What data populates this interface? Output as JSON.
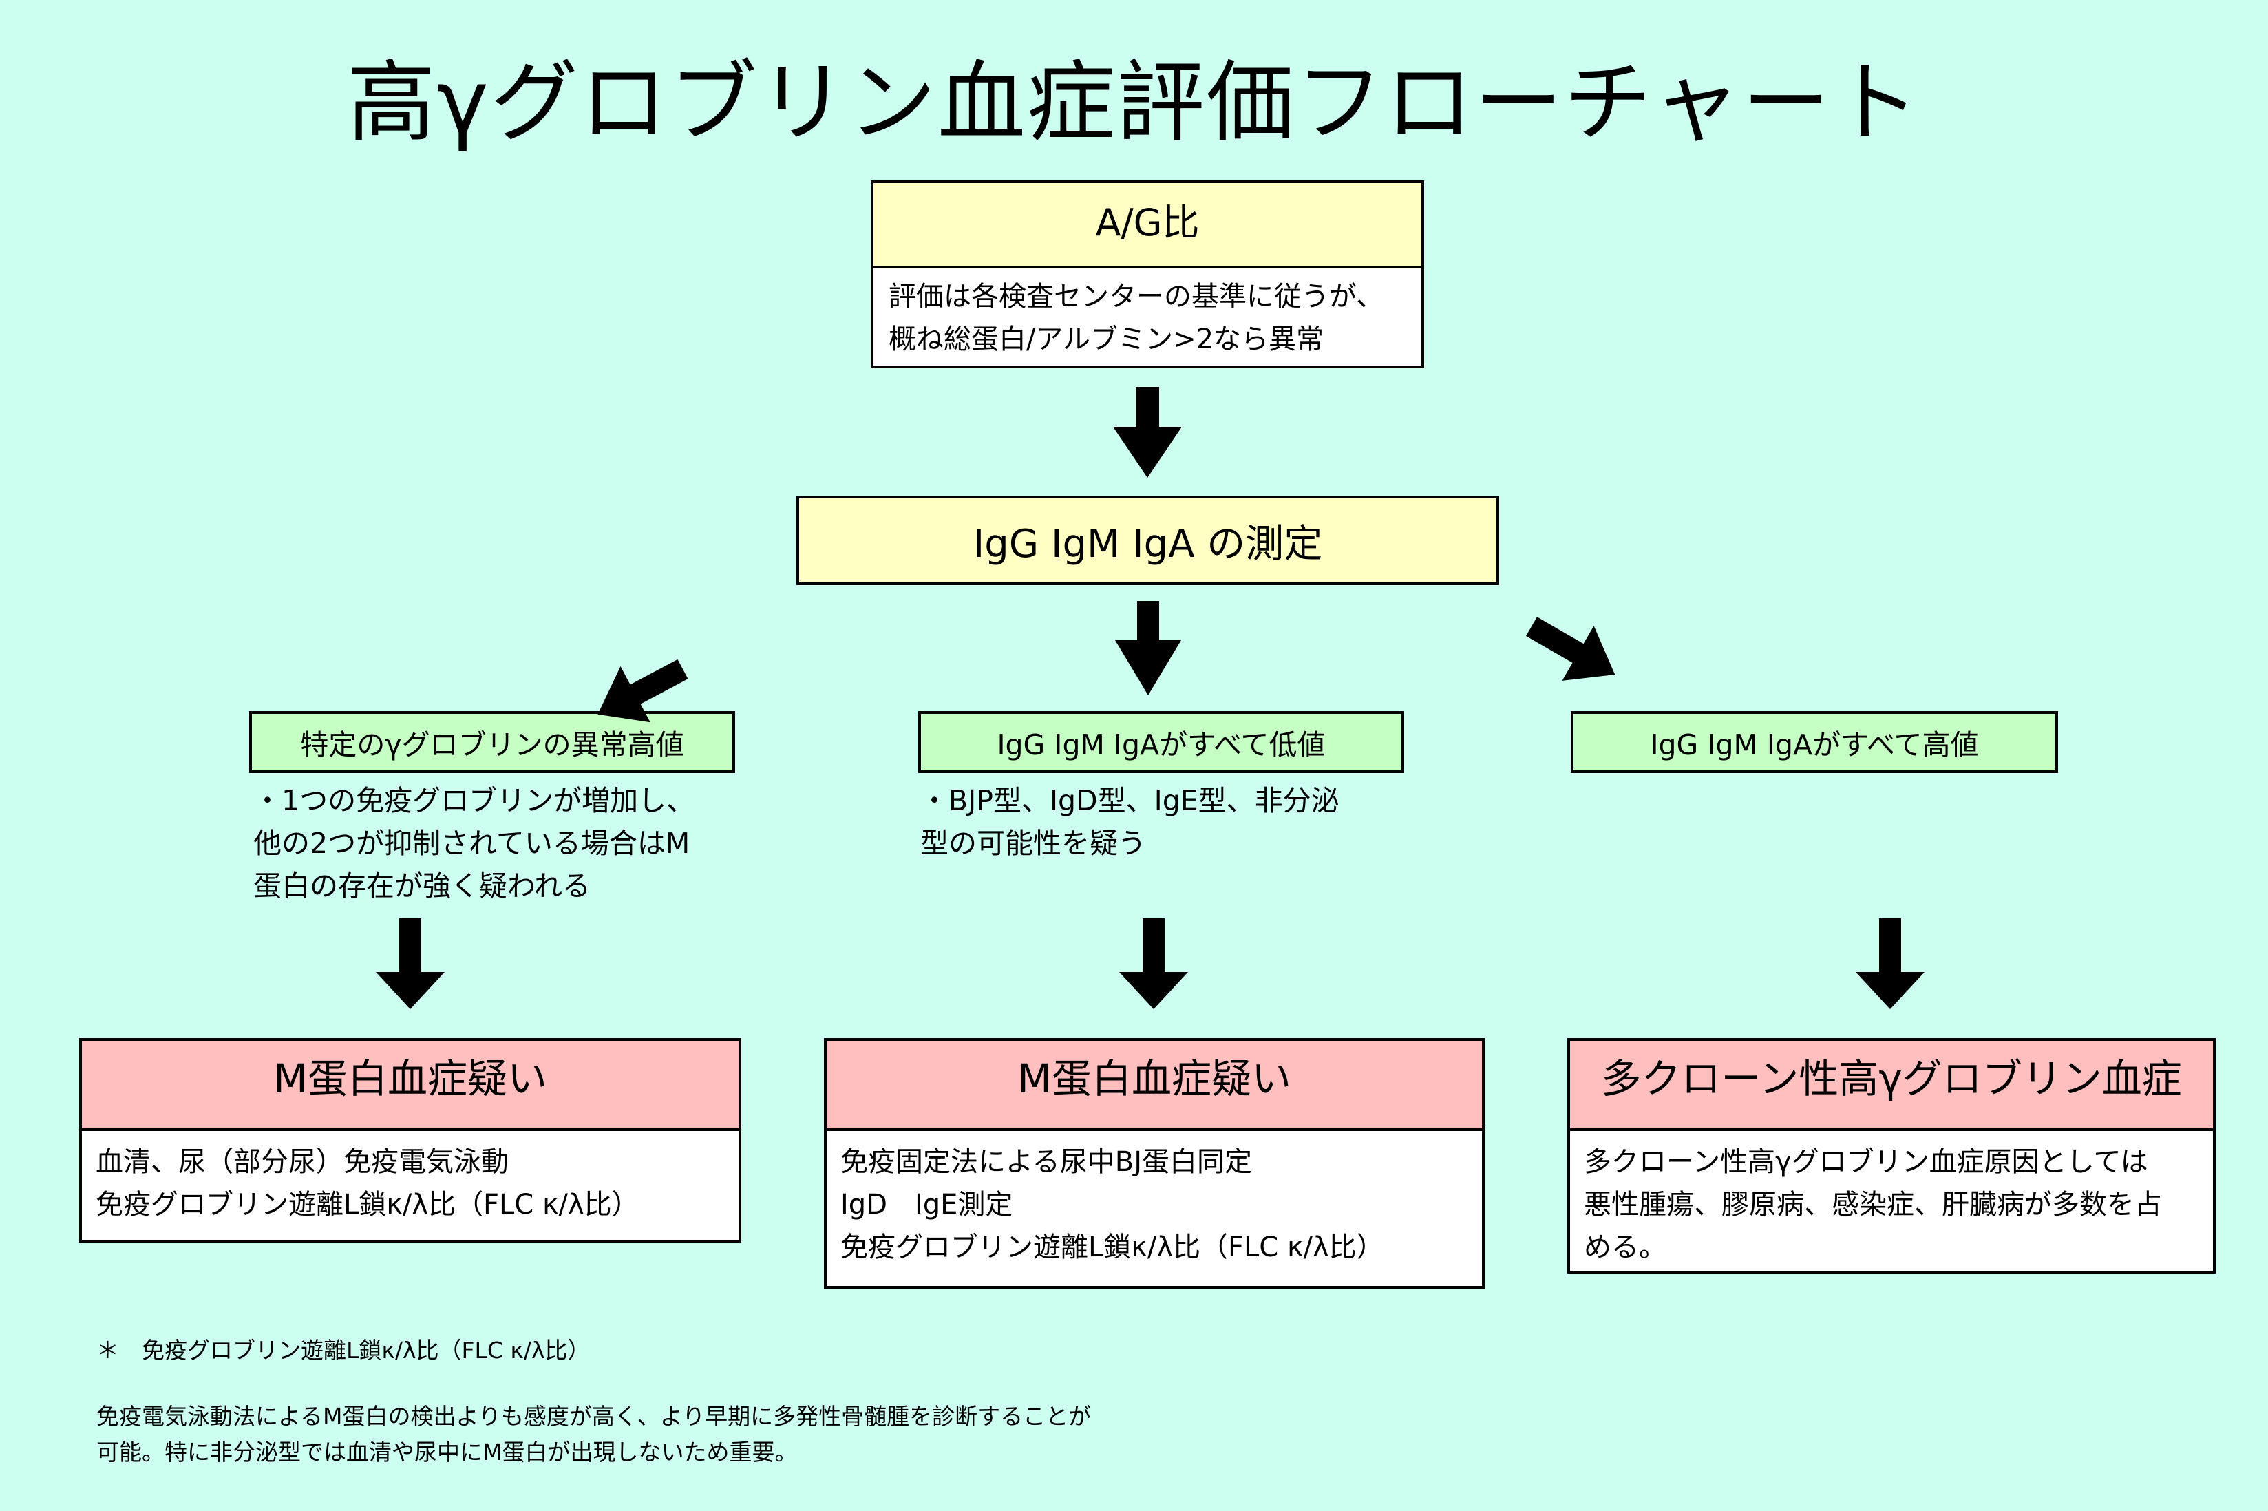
{
  "title": "高γグロブリン血症評価フローチャート",
  "ag_box": {
    "header": "A/G比",
    "body": "評価は各検査センターの基準に従うが、\n概ね総蛋白/アルブミン>2なら異常"
  },
  "measure_box": {
    "label": "IgG IgM IgA の測定"
  },
  "branches": [
    {
      "label": "特定のγグロブリンの異常高値",
      "description": "・1つの免疫グロブリンが増加し、\n他の2つが抑制されている場合はM\n蛋白の存在が強く疑われる",
      "result_header": "M蛋白血症疑い",
      "result_body": "血清、尿（部分尿）免疫電気泳動\n免疫グロブリン遊離L鎖κ/λ比（FLC  κ/λ比）"
    },
    {
      "label": "IgG IgM IgAがすべて低値",
      "description": "・BJP型、IgD型、IgE型、非分泌\n型の可能性を疑う",
      "result_header": "M蛋白血症疑い",
      "result_body": "免疫固定法による尿中BJ蛋白同定\nIgD　IgE測定\n免疫グロブリン遊離L鎖κ/λ比（FLC  κ/λ比）"
    },
    {
      "label": "IgG IgM IgAがすべて高値",
      "description": "",
      "result_header": "多クローン性高γグロブリン血症",
      "result_body": "多クローン性高γグロブリン血症原因としては\n悪性腫瘍、膠原病、感染症、肝臓病が多数を占\nめる。"
    }
  ],
  "footnote": {
    "heading": "＊　免疫グロブリン遊離L鎖κ/λ比（FLC  κ/λ比）",
    "text": "免疫電気泳動法によるM蛋白の検出よりも感度が高く、より早期に多発性骨髄腫を診断することが\n可能。特に非分泌型では血清や尿中にM蛋白が出現しないため重要。"
  },
  "colors": {
    "background": "#ccfff0",
    "header_yellow": "#ffffc4",
    "label_green": "#c6ffc4",
    "result_pink": "#ffbfbf",
    "arrow": "#000000"
  }
}
